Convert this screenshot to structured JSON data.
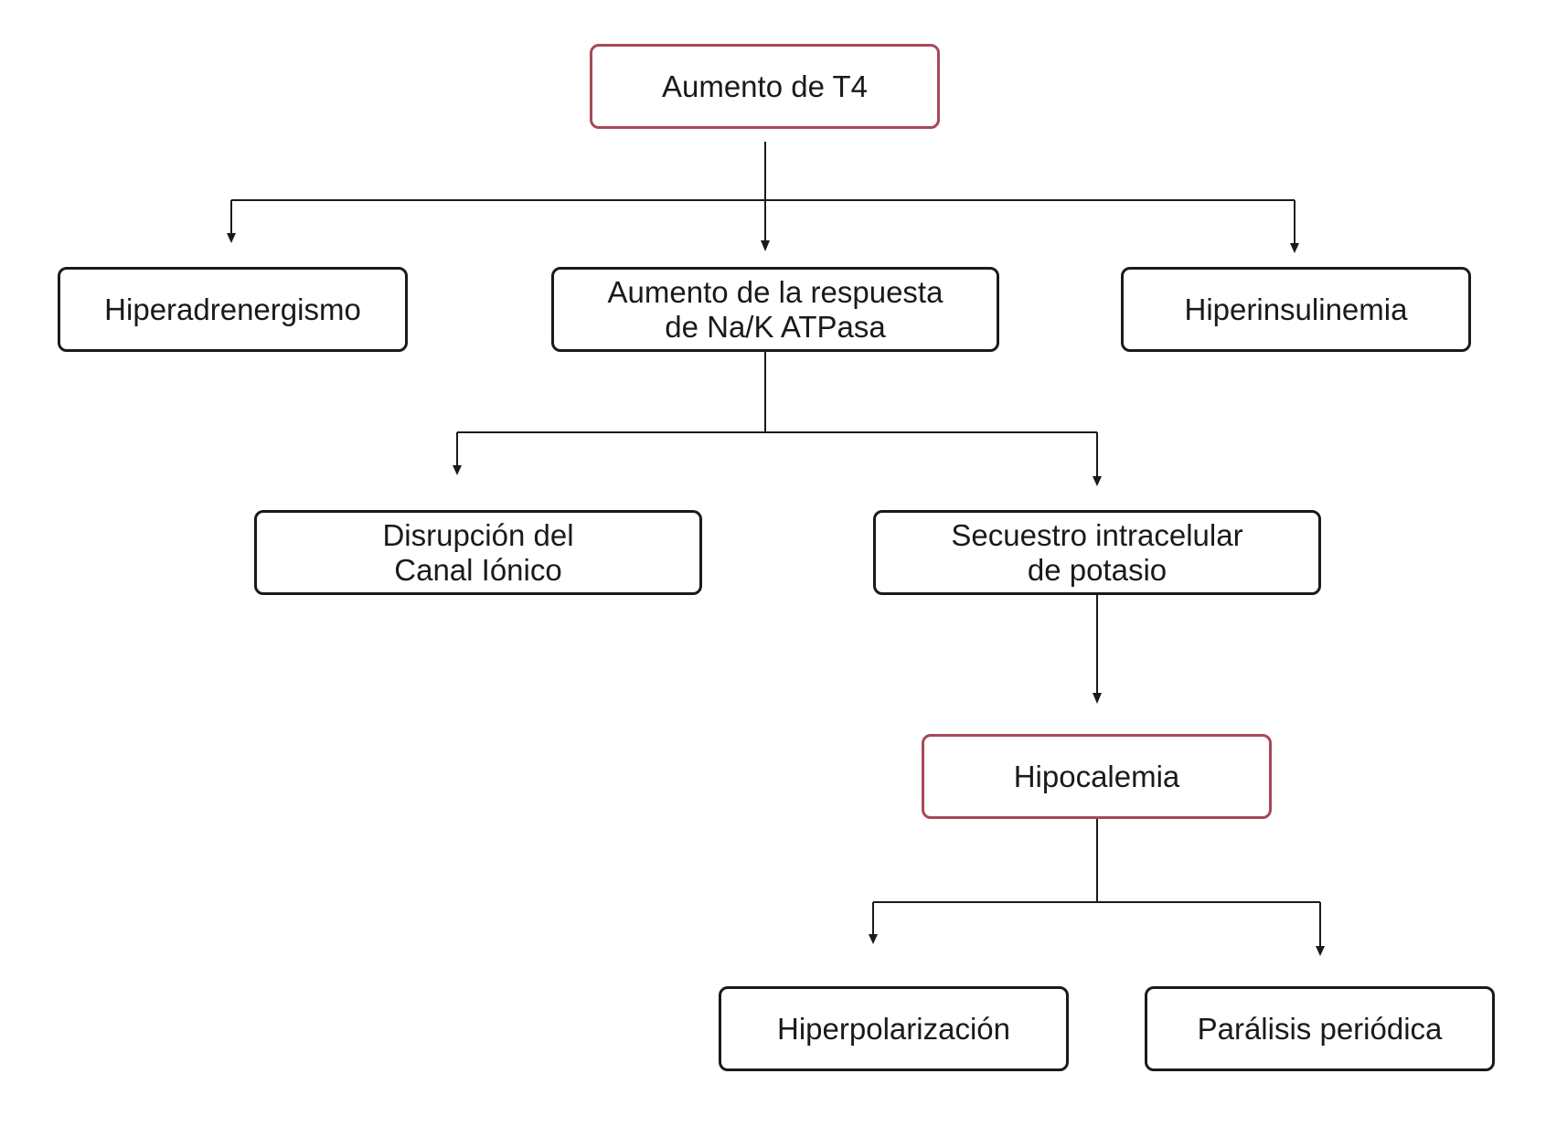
{
  "nodes": {
    "aumento_t4": {
      "label": "Aumento de T4"
    },
    "hiperadrenergismo": {
      "label": "Hiperadrenergismo"
    },
    "respuesta_na_k": {
      "line1": "Aumento de la respuesta",
      "line2": "de Na/K ATPasa"
    },
    "hiperinsulinemia": {
      "label": "Hiperinsulinemia"
    },
    "disrupcion_canal": {
      "line1": "Disrupción del",
      "line2": "Canal Iónico"
    },
    "secuestro_potasio": {
      "line1": "Secuestro intracelular",
      "line2": "de potasio"
    },
    "hipocalemia": {
      "label": "Hipocalemia"
    },
    "hiperpolarizacion": {
      "label": "Hiperpolarización"
    },
    "paralisis_periodica": {
      "label": "Parálisis periódica"
    }
  },
  "colors": {
    "emphasis_border": "#a8485a",
    "default_border": "#1a1a1a"
  }
}
